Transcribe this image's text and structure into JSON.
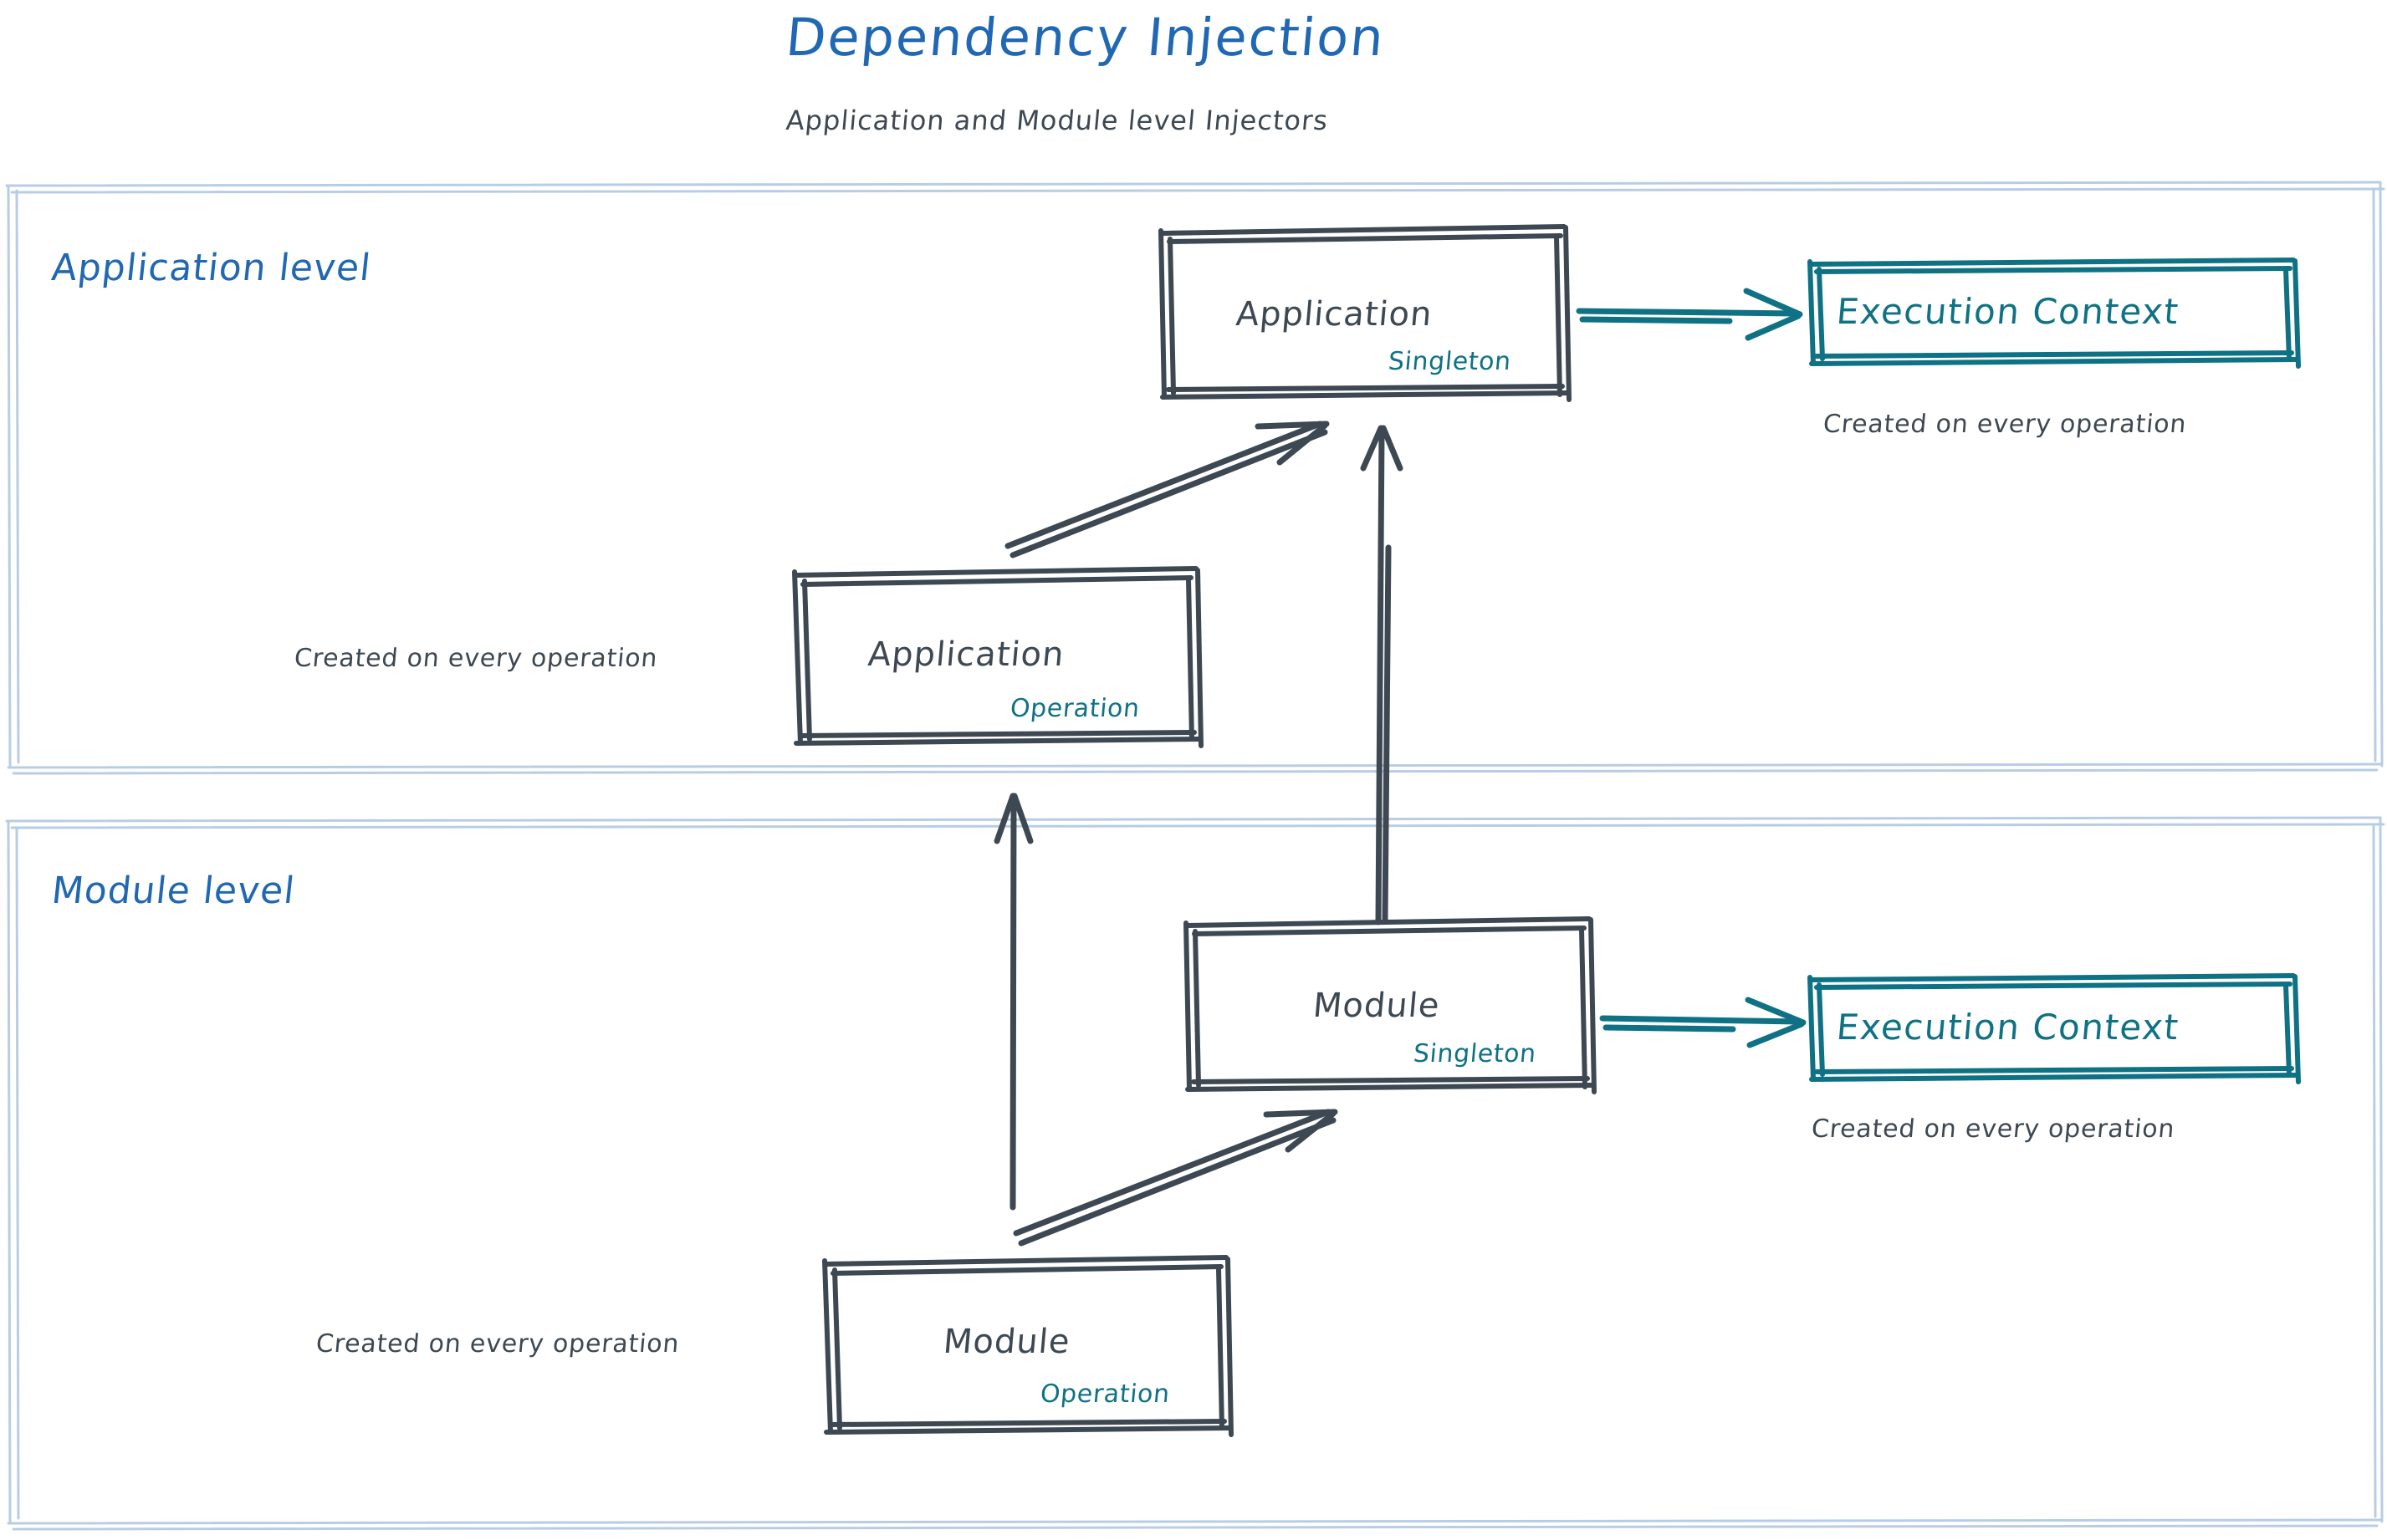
{
  "header": {
    "title": "Dependency Injection",
    "subtitle": "Application and Module level Injectors",
    "title_color": "#2068b3",
    "subtitle_color": "#3d4852"
  },
  "colors": {
    "accent_blue": "#2068b3",
    "accent_teal": "#0f7284",
    "ink_gray": "#3d4852",
    "container_border": "#b8cde4",
    "background": "#ffffff"
  },
  "groups": [
    {
      "id": "application-level",
      "label": "Application level"
    },
    {
      "id": "module-level",
      "label": "Module level"
    }
  ],
  "nodes": {
    "app_singleton": {
      "title": "Application",
      "scope": "Singleton"
    },
    "app_operation": {
      "title": "Application",
      "scope": "Operation"
    },
    "module_singleton": {
      "title": "Module",
      "scope": "Singleton"
    },
    "module_operation": {
      "title": "Module",
      "scope": "Operation"
    },
    "app_execution_context": {
      "title": "Execution Context"
    },
    "module_execution_context": {
      "title": "Execution Context"
    }
  },
  "notes": {
    "app_context_note": "Created on every operation",
    "app_operation_note": "Created on every operation",
    "module_context_note": "Created on every operation",
    "module_operation_note": "Created on every operation"
  }
}
